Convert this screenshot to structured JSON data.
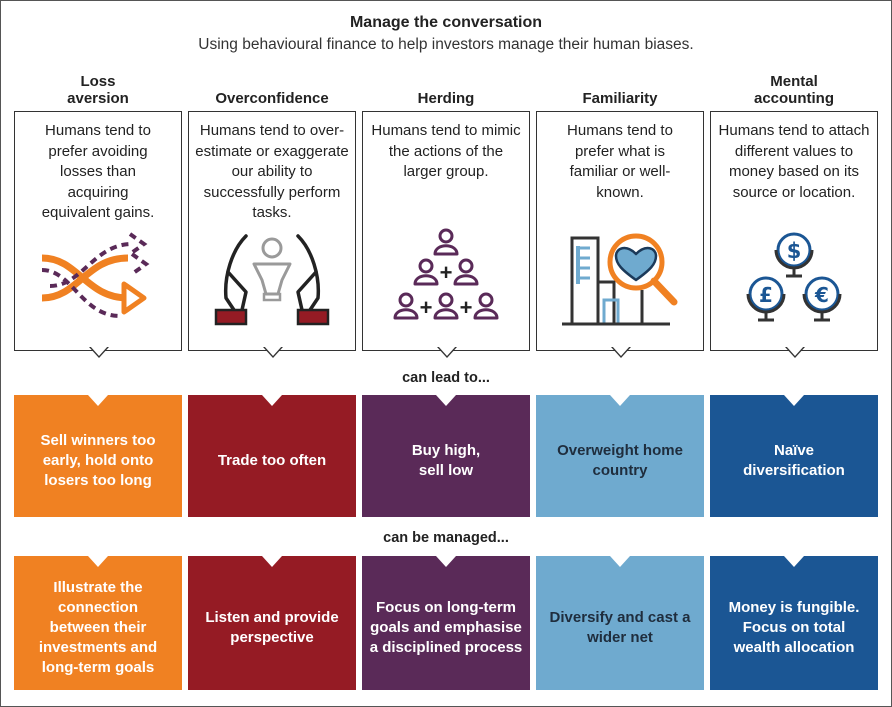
{
  "header": {
    "title": "Manage the conversation",
    "subtitle": "Using behavioural finance to help investors manage their human biases."
  },
  "connectors": {
    "lead": "can lead to...",
    "managed": "can be managed..."
  },
  "columns": [
    {
      "heading_line1": "Loss",
      "heading_line2": "aversion",
      "description": "Humans tend to prefer avoiding losses than acquiring equivalent gains.",
      "icon": "crossing-arrows-icon",
      "outcome": "Sell winners too early, hold onto losers too long",
      "remedy": "Illustrate the connection between their investments and long-term goals",
      "color": "#F08122"
    },
    {
      "heading_line1": "",
      "heading_line2": "Overconfidence",
      "description": "Humans tend to over-estimate or exaggerate our ability to successfully perform tasks.",
      "icon": "hands-trophy-icon",
      "outcome": "Trade too often",
      "remedy": "Listen and provide perspective",
      "color": "#951B24"
    },
    {
      "heading_line1": "",
      "heading_line2": "Herding",
      "description": "Humans tend to mimic the actions of the larger group.",
      "icon": "people-group-icon",
      "outcome": "Buy high, sell low",
      "remedy": "Focus on long-term goals and emphasise a disciplined process",
      "color": "#5A2A58"
    },
    {
      "heading_line1": "",
      "heading_line2": "Familiarity",
      "description": "Humans tend to prefer what is familiar or well-known.",
      "icon": "building-heart-magnifier-icon",
      "outcome": "Overweight home country",
      "remedy": "Diversify and cast a wider net",
      "color": "#6FAACF"
    },
    {
      "heading_line1": "Mental",
      "heading_line2": "accounting",
      "description": "Humans tend to attach different values to money based on its source or location.",
      "icon": "currency-globes-icon",
      "outcome": "Naïve diversification",
      "remedy": "Money is fungible. Focus on total wealth allocation",
      "color": "#1B5694"
    }
  ]
}
